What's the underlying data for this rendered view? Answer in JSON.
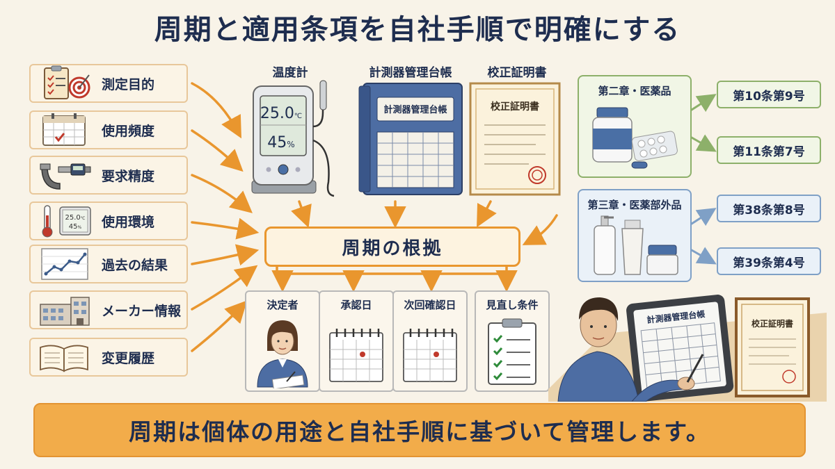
{
  "title": "周期と適用条項を自社手順で明確にする",
  "factors": [
    {
      "label": "測定目的",
      "icon": "clipboard-target-icon"
    },
    {
      "label": "使用頻度",
      "icon": "calendar-icon"
    },
    {
      "label": "要求精度",
      "icon": "micrometer-icon"
    },
    {
      "label": "使用環境",
      "icon": "thermometer-hygrometer-icon"
    },
    {
      "label": "過去の結果",
      "icon": "line-graph-icon"
    },
    {
      "label": "メーカー情報",
      "icon": "factory-icon"
    },
    {
      "label": "変更履歴",
      "icon": "open-book-icon"
    }
  ],
  "documents": {
    "thermometer_label": "温度計",
    "thermometer_temp": "25.0",
    "thermometer_temp_unit": "℃",
    "thermometer_humidity": "45",
    "thermometer_humidity_unit": "%",
    "ledger_label": "計測器管理台帳",
    "ledger_cover": "計測器管理台帳",
    "certificate_label": "校正証明書",
    "certificate_heading": "校正証明書"
  },
  "hub": {
    "label": "周期の根拠"
  },
  "outputs": [
    {
      "label": "決定者",
      "icon": "worker-signing-icon"
    },
    {
      "label": "承認日",
      "icon": "desk-calendar-icon"
    },
    {
      "label": "次回確認日",
      "icon": "desk-calendar-icon"
    },
    {
      "label": "見直し条件",
      "icon": "checklist-icon"
    }
  ],
  "chapters": [
    {
      "title": "第二章・医薬品",
      "articles": [
        "第10条第9号",
        "第11条第7号"
      ]
    },
    {
      "title": "第三章・医薬部外品",
      "articles": [
        "第38条第8号",
        "第39条第4号"
      ]
    }
  ],
  "scene": {
    "tablet_title": "計測器管理台帳",
    "certificate_title": "校正証明書"
  },
  "mini_hygrometer": {
    "temp": "25.0",
    "temp_unit": "℃",
    "humidity": "45",
    "humidity_unit": "%"
  },
  "banner": "周期は個体の用途と自社手順に基づいて管理します。",
  "colors": {
    "arrow": "#e9962e",
    "navy": "#1e2d4f",
    "green": "#8db06a",
    "blue": "#7fa0c6"
  }
}
